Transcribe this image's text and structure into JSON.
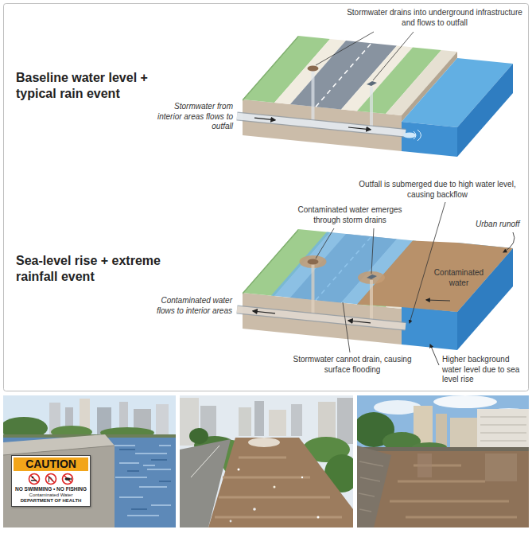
{
  "diagram": {
    "nodes": [
      {
        "text": [
          "CAUTION",
          "NO SWIMMING • NO FISHING",
          "Contaminated Water",
          "DEPARTMENT OF HEALTH"
        ]
      }
    ],
    "labels": [
      "Baseline water level + typical rain event",
      "Stormwater drains into underground infrastructure and flows to outfall",
      "Stormwater from interior areas flows to outfall",
      "Sea-level rise + extreme rainfall event",
      "Outfall is submerged due to high water level, causing backflow",
      "Contaminated water emerges through storm drains",
      "Urban runoff",
      "Contaminated water",
      "Contaminated water flows to interior areas",
      "Higher background water level due to sea level rise",
      "Stormwater cannot drain, causing surface flooding"
    ]
  }
}
